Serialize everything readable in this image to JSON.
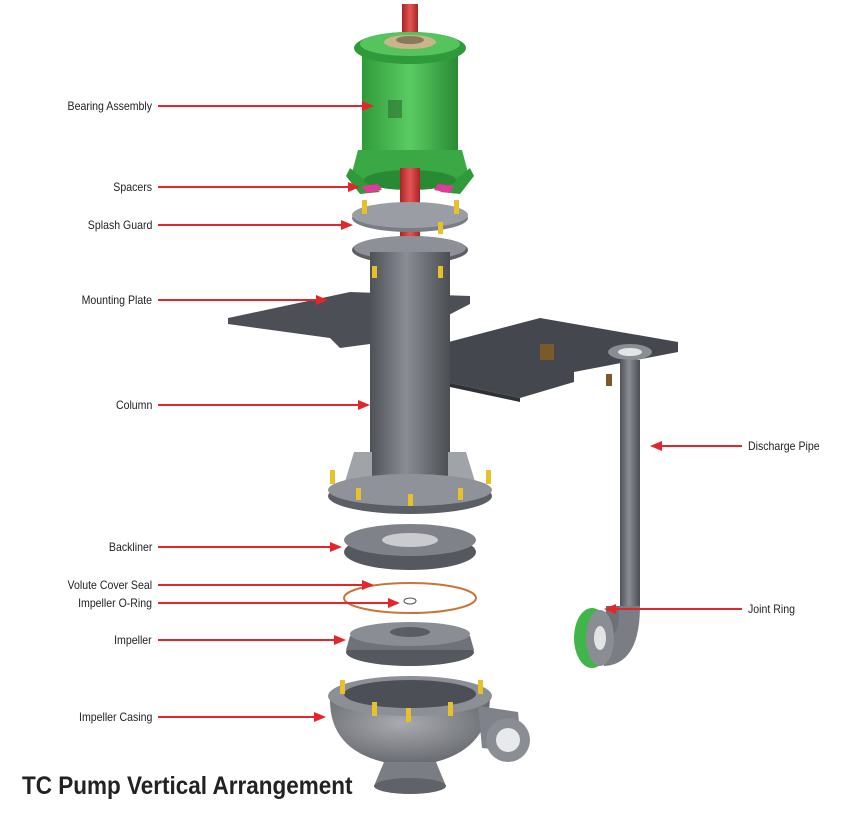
{
  "caption": "TC Pump Vertical Arrangement",
  "labels": {
    "bearing_assembly": "Bearing Assembly",
    "spacers": "Spacers",
    "splash_guard": "Splash Guard",
    "mounting_plate": "Mounting Plate",
    "column": "Column",
    "backliner": "Backliner",
    "volute_cover_seal": "Volute Cover Seal",
    "impeller_o_ring": "Impeller O-Ring",
    "impeller": "Impeller",
    "impeller_casing": "Impeller Casing",
    "discharge_pipe": "Discharge Pipe",
    "joint_ring": "Joint Ring"
  },
  "colors": {
    "arrow": "#e3262b",
    "bearing_green": "#3fb54a",
    "shaft_red": "#d63a3a",
    "steel": "#6d7076",
    "spacer_pink": "#e2399a",
    "bolt_yellow": "#e6c12a",
    "seal_orange": "#c8743a"
  }
}
